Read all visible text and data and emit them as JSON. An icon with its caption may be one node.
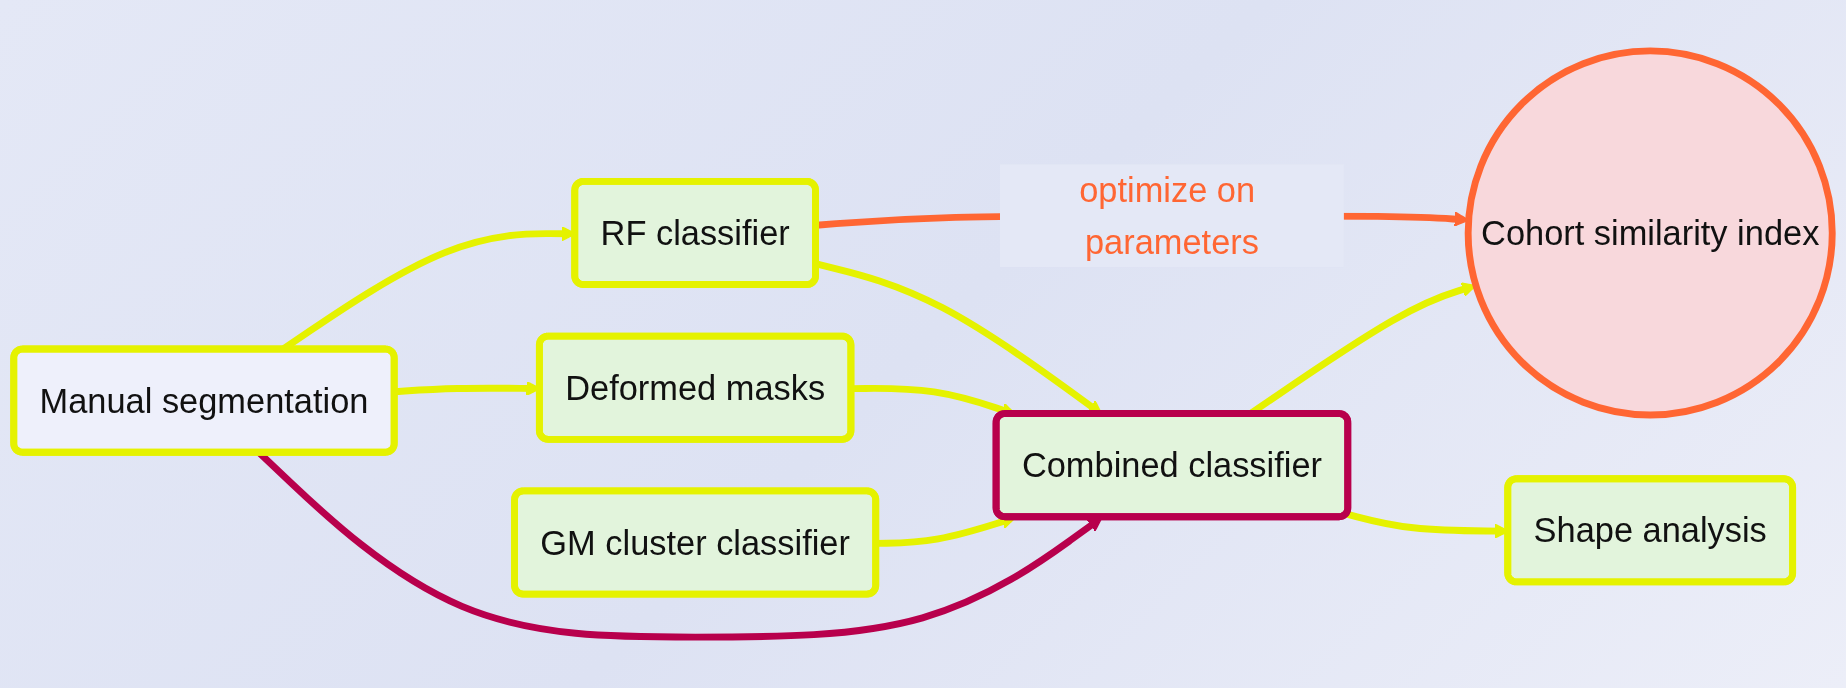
{
  "diagram": {
    "nodes": [
      {
        "text": [
          "Manual segmentation"
        ]
      },
      {
        "text": [
          "RF classifier"
        ]
      },
      {
        "text": [
          "Deformed masks"
        ]
      },
      {
        "text": [
          "GM cluster classifier"
        ]
      },
      {
        "text": [
          "Combined classifier"
        ]
      },
      {
        "text": [
          "Cohort similarity index"
        ]
      },
      {
        "text": [
          "Shape analysis"
        ]
      }
    ],
    "edges": [
      {
        "from": 0,
        "to": 1,
        "arrow": "to"
      },
      {
        "from": 0,
        "to": 2,
        "arrow": "to"
      },
      {
        "from": 1,
        "to": 4,
        "arrow": "to"
      },
      {
        "from": 2,
        "to": 4,
        "arrow": "to"
      },
      {
        "from": 3,
        "to": 4,
        "arrow": "to"
      },
      {
        "from": 0,
        "to": 4,
        "arrow": "to",
        "color": "#b8004c"
      },
      {
        "from": 1,
        "to": 5,
        "arrow": "to",
        "label": "optimize on parameters",
        "color": "#ff6633"
      },
      {
        "from": 4,
        "to": 5,
        "arrow": "to"
      },
      {
        "from": 4,
        "to": 6,
        "arrow": "to"
      }
    ]
  }
}
